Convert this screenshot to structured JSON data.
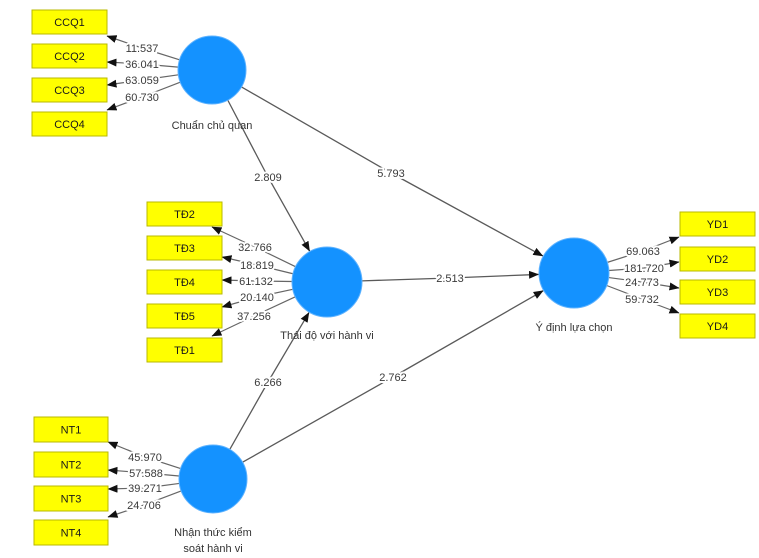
{
  "diagram": {
    "title": "",
    "constructs": {
      "chuan_chu_quan": {
        "label": "Chuẩn chủ quan"
      },
      "thai_do": {
        "label": "Thái độ với hành vi"
      },
      "nhan_thuc": {
        "label_line1": "Nhận thức kiểm",
        "label_line2": "soát hành vi"
      },
      "y_dinh": {
        "label": "Ý định lựa chọn"
      }
    },
    "indicators": {
      "chuan_chu_quan": [
        {
          "name": "CCQ1",
          "value": "11.537"
        },
        {
          "name": "CCQ2",
          "value": "36.041"
        },
        {
          "name": "CCQ3",
          "value": "63.059"
        },
        {
          "name": "CCQ4",
          "value": "60.730"
        }
      ],
      "thai_do": [
        {
          "name": "TĐ2",
          "value": "32.766"
        },
        {
          "name": "TĐ3",
          "value": "18.819"
        },
        {
          "name": "TĐ4",
          "value": "61.132"
        },
        {
          "name": "TĐ5",
          "value": "20.140"
        },
        {
          "name": "TĐ1",
          "value": "37.256"
        }
      ],
      "nhan_thuc": [
        {
          "name": "NT1",
          "value": "45.970"
        },
        {
          "name": "NT2",
          "value": "57.588"
        },
        {
          "name": "NT3",
          "value": "39.271"
        },
        {
          "name": "NT4",
          "value": "24.706"
        }
      ],
      "y_dinh": [
        {
          "name": "YD1",
          "value": "69.063"
        },
        {
          "name": "YD2",
          "value": "181.720"
        },
        {
          "name": "YD3",
          "value": "24.773"
        },
        {
          "name": "YD4",
          "value": "59.732"
        }
      ]
    },
    "paths": [
      {
        "from": "Chuẩn chủ quan",
        "to": "Thái độ với hành vi",
        "value": "2.809"
      },
      {
        "from": "Chuẩn chủ quan",
        "to": "Ý định lựa chọn",
        "value": "5.793"
      },
      {
        "from": "Thái độ với hành vi",
        "to": "Ý định lựa chọn",
        "value": "2.513"
      },
      {
        "from": "Nhận thức kiểm soát hành vi",
        "to": "Thái độ với hành vi",
        "value": "6.266"
      },
      {
        "from": "Nhận thức kiểm soát hành vi",
        "to": "Ý định lựa chọn",
        "value": "2.762"
      }
    ]
  },
  "colors": {
    "construct_fill": "#1492ff",
    "indicator_fill": "#ffff00",
    "indicator_border": "#b9b900",
    "edge": "#5a5a5a",
    "arrowhead": "#111111"
  }
}
